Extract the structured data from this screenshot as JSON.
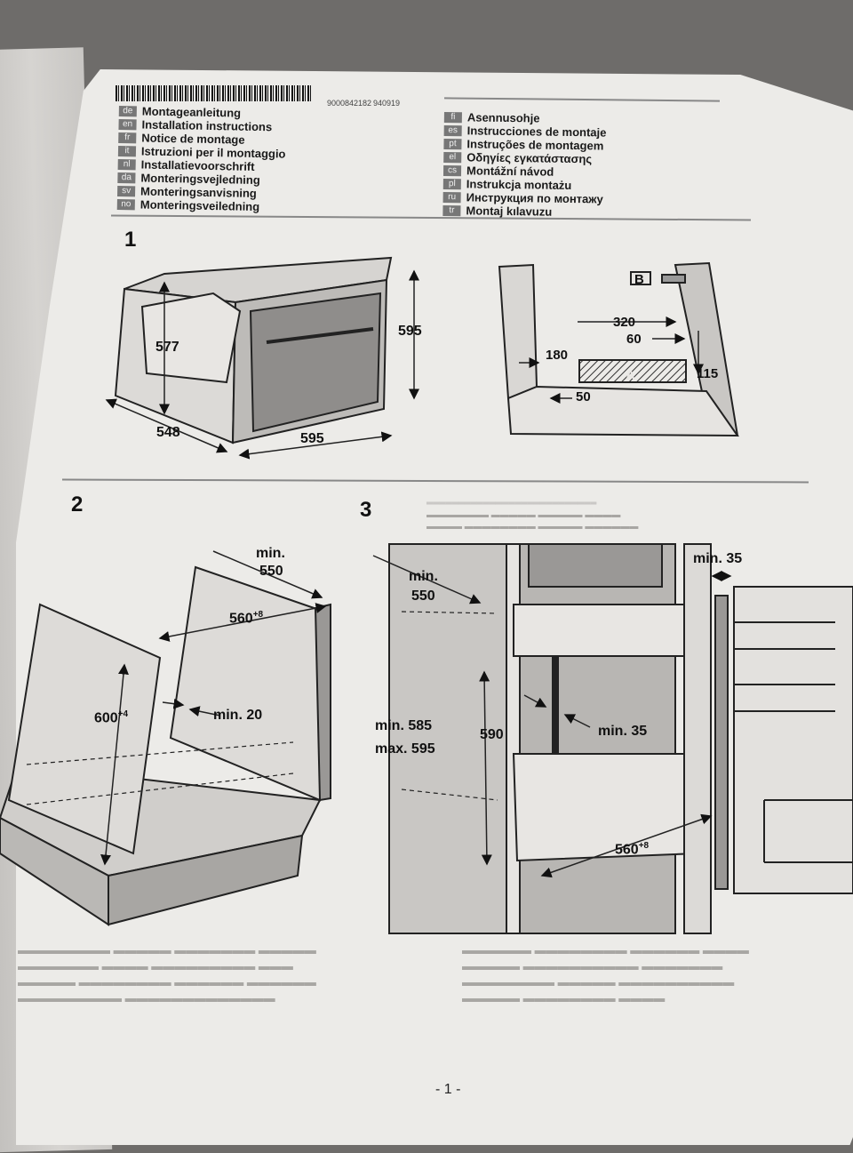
{
  "document": {
    "barcode_numbers": [
      "9000842182",
      "940919"
    ],
    "languages_left": [
      {
        "code": "de",
        "title": "Montageanleitung"
      },
      {
        "code": "en",
        "title": "Installation instructions"
      },
      {
        "code": "fr",
        "title": "Notice de montage"
      },
      {
        "code": "it",
        "title": "Istruzioni per il montaggio"
      },
      {
        "code": "nl",
        "title": "Installatievoorschrift"
      },
      {
        "code": "da",
        "title": "Monteringsvejledning"
      },
      {
        "code": "sv",
        "title": "Monteringsanvisning"
      },
      {
        "code": "no",
        "title": "Monteringsveiledning"
      }
    ],
    "languages_right": [
      {
        "code": "fi",
        "title": "Asennusohje"
      },
      {
        "code": "es",
        "title": "Instrucciones de montaje"
      },
      {
        "code": "pt",
        "title": "Instruções de montagem"
      },
      {
        "code": "el",
        "title": "Οδηγίες εγκατάστασης"
      },
      {
        "code": "cs",
        "title": "Montážní návod"
      },
      {
        "code": "pl",
        "title": "Instrukcja montażu"
      },
      {
        "code": "ru",
        "title": "Инструкция по монтажу"
      },
      {
        "code": "tr",
        "title": "Montaj kılavuzu"
      }
    ],
    "figure1": {
      "number": "1",
      "oven": {
        "depth_inner": "577",
        "depth": "548",
        "width": "595",
        "height": "595"
      },
      "cabinet": {
        "label_b": "B",
        "label_a": "A",
        "d320": "320",
        "d60": "60",
        "d180": "180",
        "d50": "50",
        "d115": "115"
      }
    },
    "figure2": {
      "number": "2",
      "min_label": "min.",
      "depth": "550",
      "width": "560",
      "width_tol": "+8",
      "height": "600",
      "height_tol": "+4",
      "gap": "min. 20"
    },
    "figure3": {
      "number": "3",
      "min_label": "min.",
      "depth": "550",
      "height_range": [
        "min. 585",
        "max. 595"
      ],
      "height": "590",
      "shelf_gap": "min. 35",
      "width": "560",
      "width_tol": "+8",
      "side_gap": "min. 35"
    },
    "page_number": "- 1 -"
  },
  "colors": {
    "paper": "#ecebe8",
    "ink": "#111111",
    "grey_fill": "#8a8886",
    "light_fill": "#cfcdca",
    "background": "#6e6c6a"
  }
}
